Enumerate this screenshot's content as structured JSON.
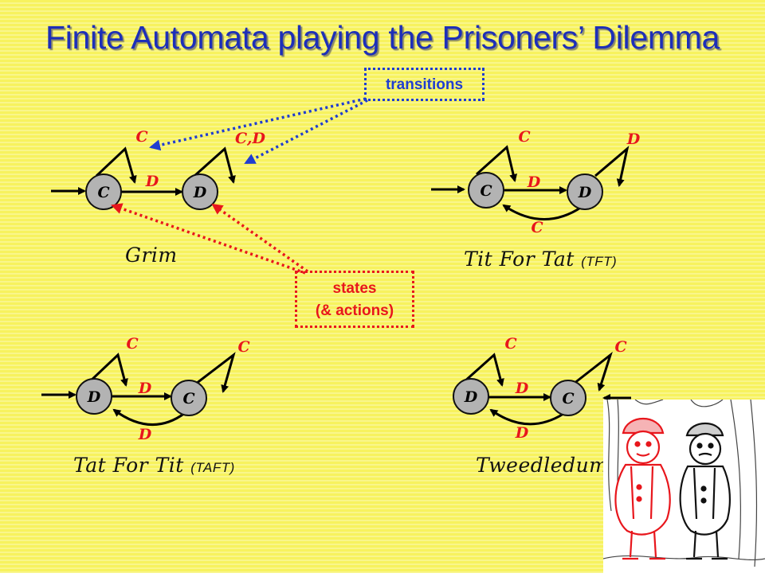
{
  "title": "Finite Automata playing the Prisoners’ Dilemma",
  "callouts": {
    "transitions": "transitions",
    "states_line1": "states",
    "states_line2": "(& actions)"
  },
  "machines": {
    "grim": {
      "name": "Grim",
      "abbr": "",
      "states": [
        "C",
        "D"
      ],
      "transitions": {
        "self_first": "C",
        "forward": "D",
        "self_second": "C,D"
      }
    },
    "tft": {
      "name": "Tit For Tat",
      "abbr": "(TFT)",
      "states": [
        "C",
        "D"
      ],
      "transitions": {
        "self_first": "C",
        "forward": "D",
        "self_second": "D",
        "back": "C"
      }
    },
    "taft": {
      "name": "Tat For Tit",
      "abbr": "(TAFT)",
      "states": [
        "D",
        "C"
      ],
      "transitions": {
        "self_first": "C",
        "forward": "D",
        "self_second": "C",
        "back": "D"
      }
    },
    "tweedledum": {
      "name": "Tweedledum",
      "abbr": "",
      "states": [
        "D",
        "C"
      ],
      "transitions": {
        "self_first": "C",
        "forward": "D",
        "self_second": "C",
        "back": "D"
      }
    }
  },
  "colors": {
    "background": "#f7f25e",
    "title": "#1d2fb8",
    "transition_label": "#e8161c",
    "callout_blue": "#1f3dd1",
    "callout_red": "#e8161c",
    "state_fill": "#b3b3b3"
  },
  "illustration": {
    "icon": "tweedle-twins-illustration"
  }
}
